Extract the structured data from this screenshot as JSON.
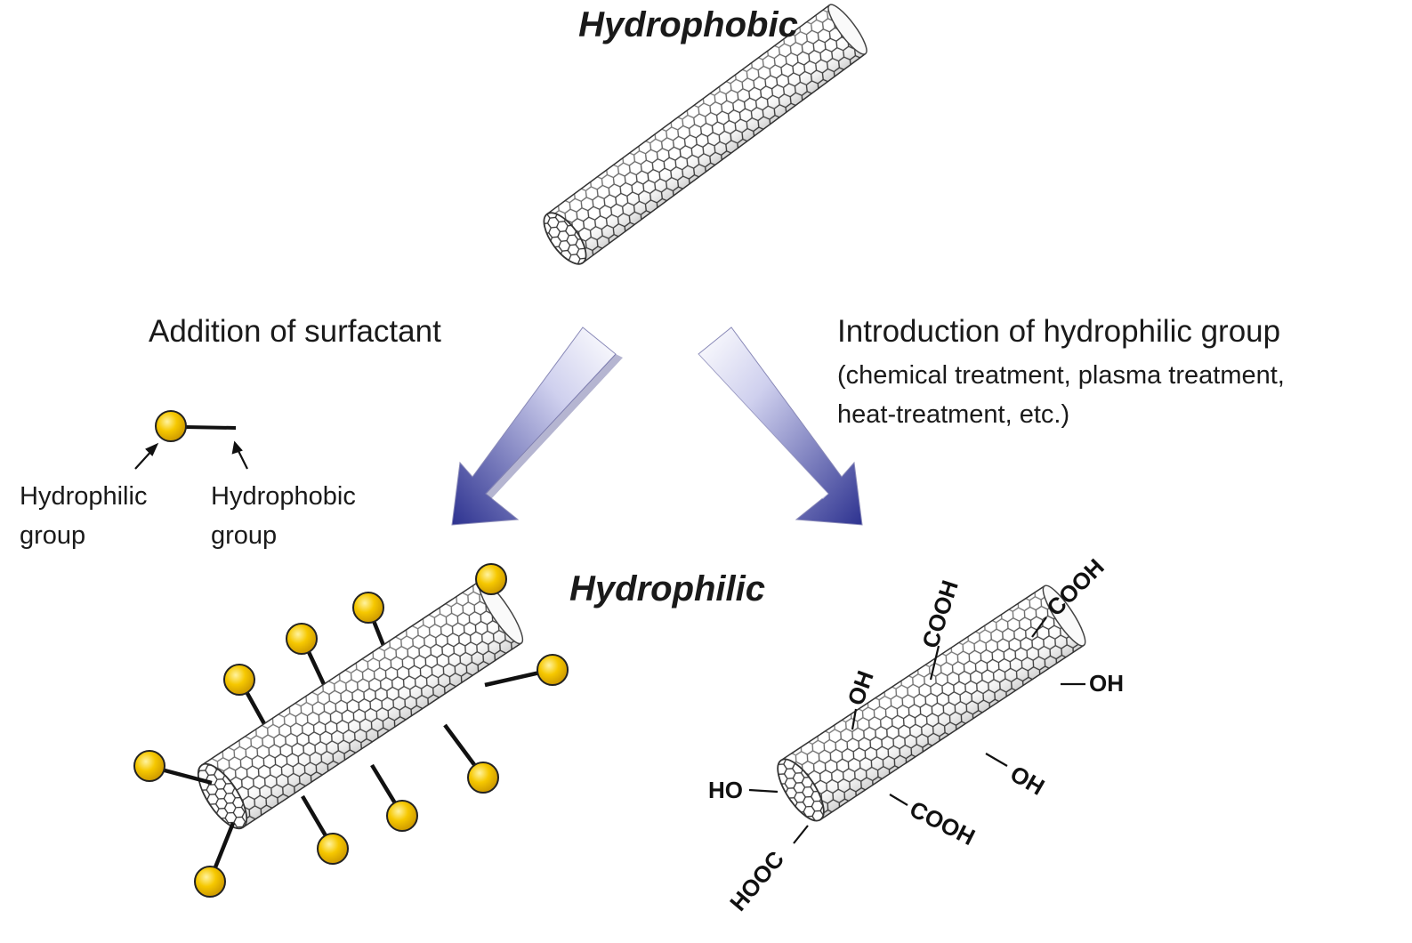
{
  "title_top": "Hydrophobic",
  "title_middle": "Hydrophilic",
  "left_branch": {
    "label": "Addition of surfactant",
    "legend": {
      "hydrophilic_line1": "Hydrophilic",
      "hydrophilic_line2": "group",
      "hydrophobic_line1": "Hydrophobic",
      "hydrophobic_line2": "group"
    }
  },
  "right_branch": {
    "label": "Introduction of hydrophilic group",
    "detail_line1": "(chemical treatment, plasma treatment,",
    "detail_line2": "heat-treatment, etc.)"
  },
  "functional_groups": {
    "cooh_1": "COOH",
    "cooh_2": "COOH",
    "oh_1": "OH",
    "oh_2": "OH",
    "oh_3": "OH",
    "ho": "HO",
    "cooh_3": "COOH",
    "hooc": "HOOC"
  },
  "colors": {
    "surfactant_head": "#f5c400",
    "arrow_blue": "#2b2f86",
    "tube_line": "#333333"
  }
}
